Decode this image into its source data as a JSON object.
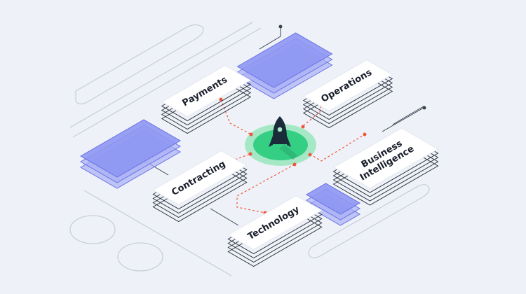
{
  "center": {
    "icon": "rocket-icon"
  },
  "cards": [
    {
      "id": "payments",
      "lines": [
        "Payments"
      ]
    },
    {
      "id": "operations",
      "lines": [
        "Operations"
      ]
    },
    {
      "id": "contracting",
      "lines": [
        "Contracting"
      ]
    },
    {
      "id": "technology",
      "lines": [
        "Technology"
      ]
    },
    {
      "id": "business-intelligence",
      "lines": [
        "Business",
        "Intelligence"
      ]
    }
  ],
  "colors": {
    "background": "#eef2f8",
    "connector": "#f0553a",
    "green": "#35cf84",
    "green_light": "#a6e8c6",
    "rocket": "#1b2b3a",
    "blue_panel": "#8e97f2",
    "stroke": "#2e3440"
  }
}
